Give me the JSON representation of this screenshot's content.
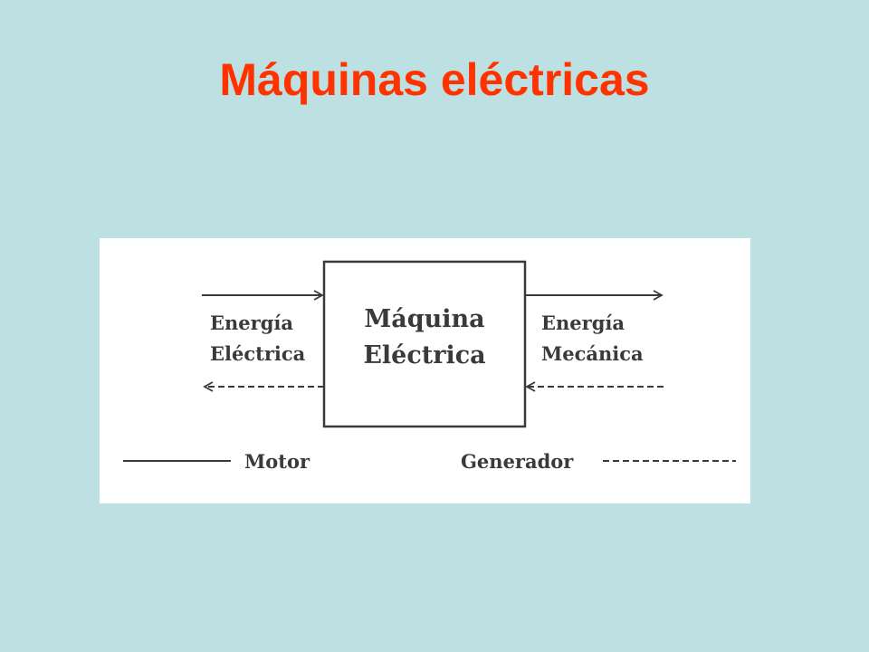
{
  "title": "Máquinas eléctricas",
  "diagram": {
    "box": {
      "line1": "Máquina",
      "line2": "Eléctrica"
    },
    "left": {
      "line1": "Energía",
      "line2": "Eléctrica"
    },
    "right": {
      "line1": "Energía",
      "line2": "Mecánica"
    },
    "legend": {
      "motor": "Motor",
      "generator": "Generador"
    }
  },
  "colors": {
    "background": "#bde0e2",
    "title": "#ff3300",
    "diagram_ink": "#3a3a3a"
  }
}
